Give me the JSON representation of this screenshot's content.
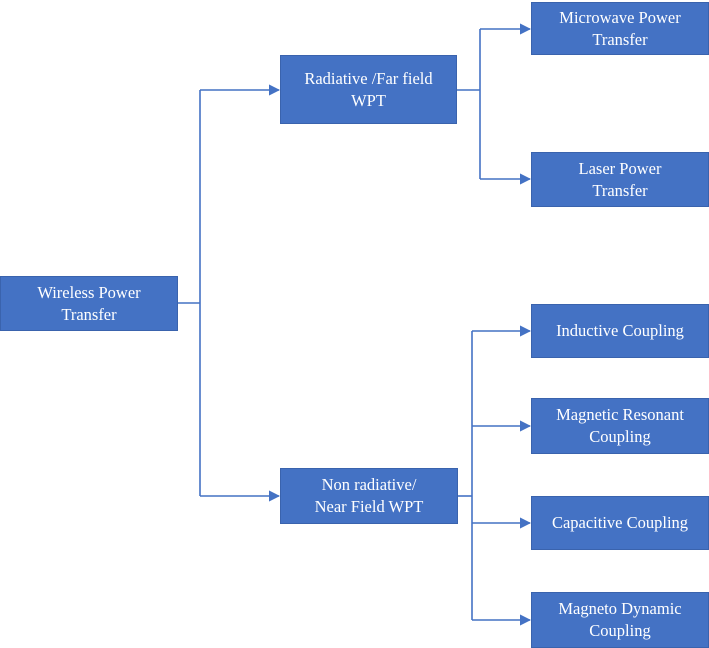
{
  "colors": {
    "node_fill": "#4472c4",
    "connector": "#4472c4",
    "text": "#ffffff"
  },
  "nodes": {
    "root": "Wireless Power\nTransfer",
    "radiative": "Radiative /Far field\nWPT",
    "non_radiative": "Non radiative/\nNear Field WPT",
    "microwave": "Microwave Power\nTransfer",
    "laser": "Laser Power\nTransfer",
    "inductive": "Inductive Coupling",
    "magnetic_resonant": "Magnetic Resonant\nCoupling",
    "capacitive": "Capacitive Coupling",
    "magneto_dynamic": "Magneto Dynamic\nCoupling"
  }
}
